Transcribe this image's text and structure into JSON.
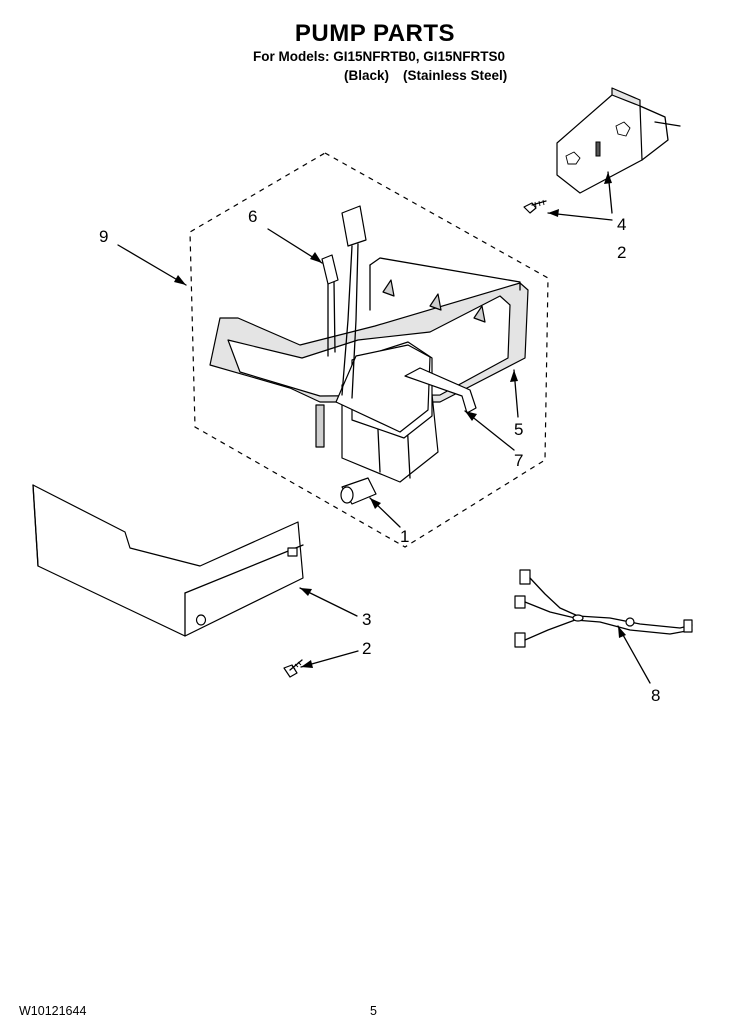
{
  "header": {
    "title": "PUMP PARTS",
    "models_line": "For Models: GI15NFRTB0, GI15NFRTS0",
    "variant_black": "(Black)",
    "variant_stainless": "(Stainless Steel)"
  },
  "callouts": {
    "c1": "1",
    "c2_top": "2",
    "c2_bottom": "2",
    "c3": "3",
    "c4": "4",
    "c5": "5",
    "c6": "6",
    "c7": "7",
    "c8": "8",
    "c9": "9"
  },
  "footer": {
    "doc_number": "W10121644",
    "page_number": "5"
  }
}
